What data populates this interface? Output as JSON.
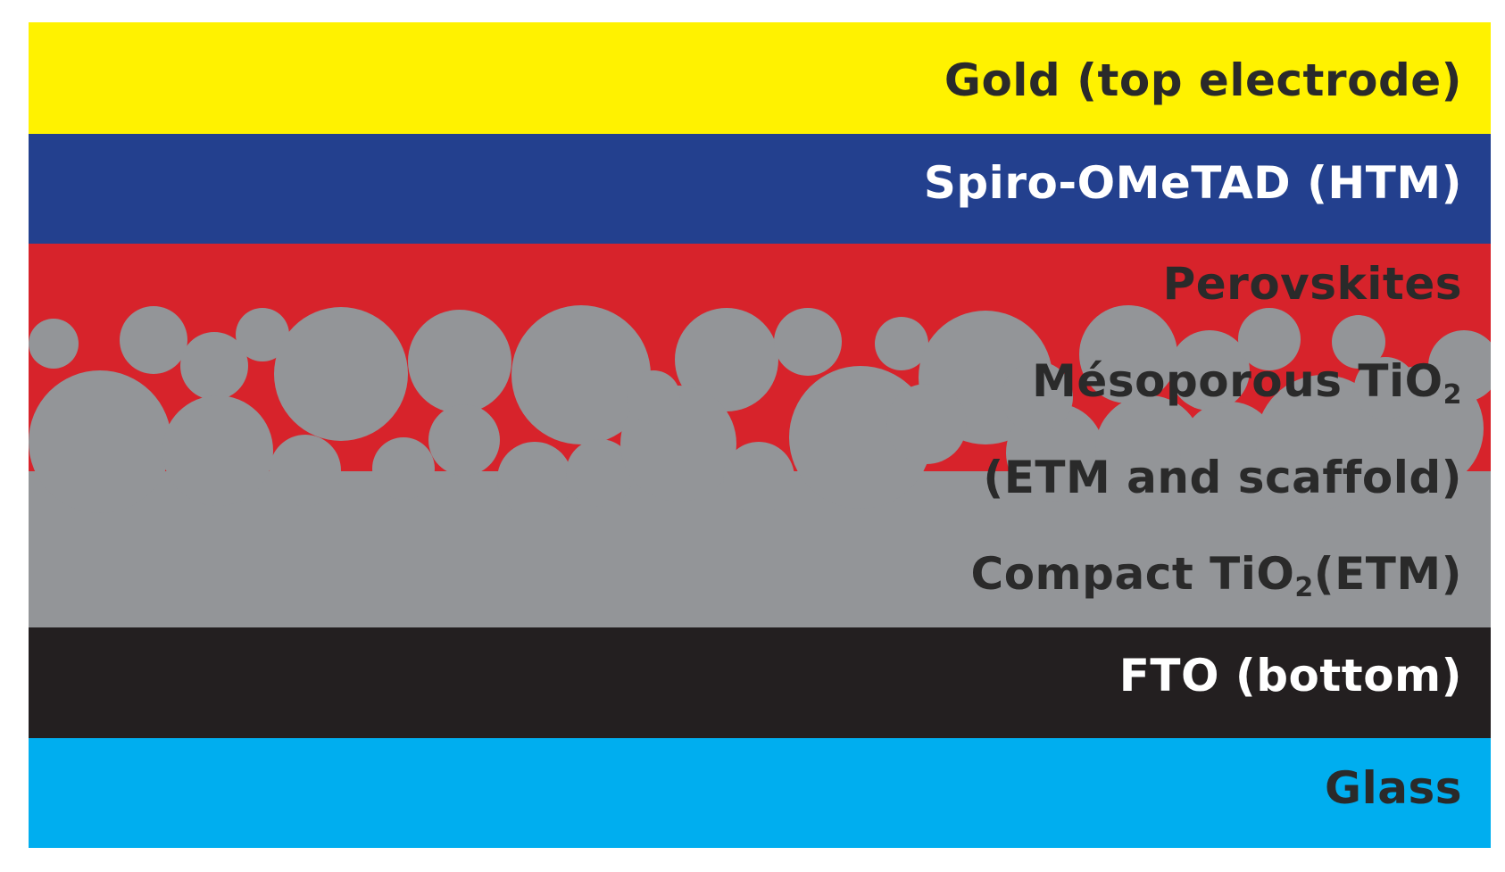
{
  "layers": {
    "gold": {
      "label": "Gold (top electrode)",
      "color": "#fff200"
    },
    "spiro": {
      "label": "Spiro-OMeTAD (HTM)",
      "color": "#23408e"
    },
    "perovskite": {
      "label": "Perovskites",
      "color": "#d7232b"
    },
    "mesoporous": {
      "label_main": "Mésoporous TiO",
      "label_sub": "2",
      "label_line2": "(ETM and scaffold)",
      "color": "#939598"
    },
    "compact": {
      "label_main": "Compact TiO",
      "label_sub": "2",
      "label_tail": "(ETM)",
      "color": "#939598"
    },
    "fto": {
      "label": "FTO (bottom)",
      "color": "#231f20"
    },
    "glass": {
      "label": "Glass",
      "color": "#00aeef"
    }
  }
}
